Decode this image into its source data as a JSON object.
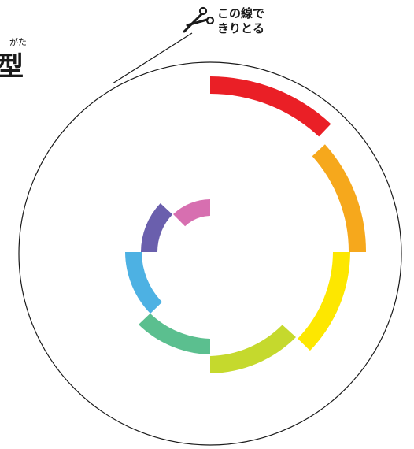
{
  "title": {
    "main": "型",
    "ruby": "がた"
  },
  "cut_instruction": {
    "line1": "この線で",
    "line2": "きりとる",
    "icon": "scissors-icon"
  },
  "colors": {
    "outline": "#1a1a1a",
    "red": "#ea1f26",
    "orange": "#f6a81c",
    "yellow": "#fde700",
    "yellow_green": "#c5d92d",
    "green": "#5bbf8f",
    "sky_blue": "#4db1e3",
    "indigo": "#6a5fad",
    "pink": "#d76fb0"
  }
}
